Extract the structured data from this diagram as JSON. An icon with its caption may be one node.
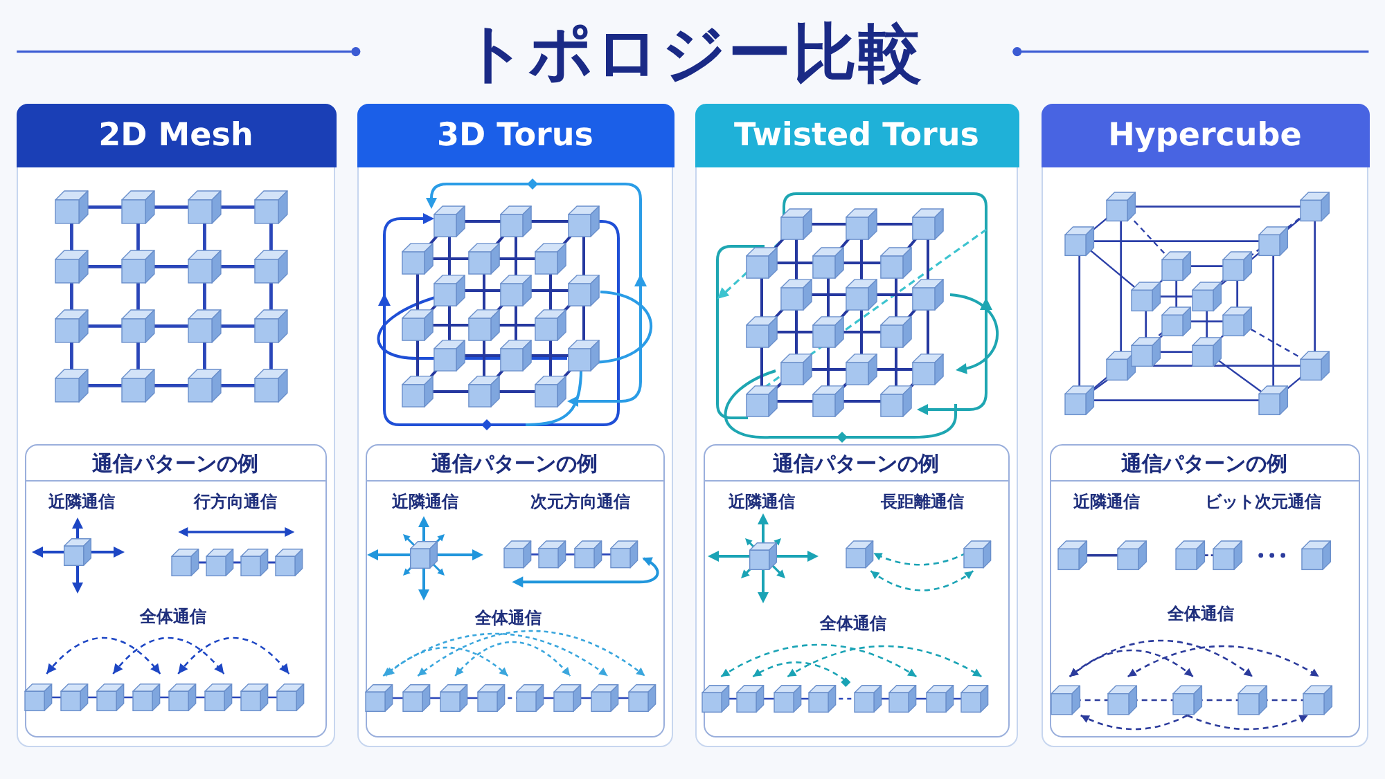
{
  "diagram": {
    "title": "トポロジー比較",
    "nodes": [
      {
        "text": [
          "2D Mesh"
        ]
      },
      {
        "text": [
          "通信パターンの例",
          "近隣通信",
          "行方向通信",
          "全体通信"
        ],
        "in": 0
      },
      {
        "text": [
          "3D Torus"
        ]
      },
      {
        "text": [
          "通信パターンの例",
          "近隣通信",
          "次元方向通信",
          "全体通信"
        ],
        "in": 2
      },
      {
        "text": [
          "Twisted Torus"
        ]
      },
      {
        "text": [
          "通信パターンの例",
          "近隣通信",
          "長距離通信",
          "全体通信"
        ],
        "in": 4
      },
      {
        "text": [
          "Hypercube"
        ]
      },
      {
        "text": [
          "通信パターンの例",
          "近隣通信",
          "ビット次元通信",
          "全体通信"
        ],
        "in": 6
      }
    ]
  }
}
